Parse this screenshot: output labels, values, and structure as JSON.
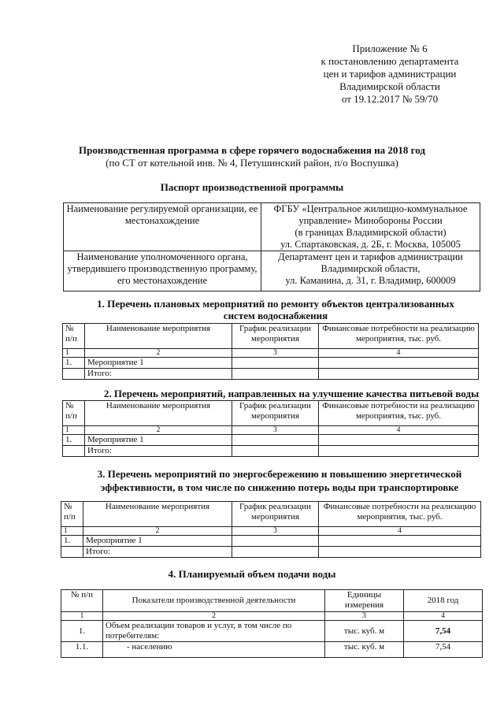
{
  "annex": {
    "lines": [
      "Приложение № 6",
      "к постановлению департамента",
      "цен и тарифов администрации",
      "Владимирской области",
      "от 19.12.2017 № 59/70"
    ]
  },
  "title": "Производственная программа в сфере горячего водоснабжения на 2018 год",
  "subtitle": "(по СТ от котельной инв. № 4, Петушинский район, п/о Воспушка)",
  "passport": {
    "heading": "Паспорт производственной программы",
    "rows": [
      {
        "label": "Наименование регулируемой организации, ее местонахождение",
        "value_lines": [
          "ФГБУ «Центральное жилищно-коммунальное",
          "управление» Минобороны России",
          "(в границах Владимирской области)",
          "ул. Спартаковская, д. 2Б, г. Москва, 105005"
        ]
      },
      {
        "label": "Наименование уполномоченного органа, утвердившего производственную программу, его местонахождение",
        "value_lines": [
          "Департамент цен и тарифов администрации",
          "Владимирской области,",
          "ул. Каманина, д. 31, г. Владимир, 600009"
        ]
      }
    ]
  },
  "activity_headers": {
    "no": "№ п/п",
    "name": "Наименование мероприятия",
    "schedule": "График реализации мероприятия",
    "finance": "Финансовые потребности на реализацию мероприятия, тыс. руб.",
    "nums": [
      "1",
      "2",
      "3",
      "4"
    ]
  },
  "sections": [
    {
      "heading": "1. Перечень плановых мероприятий по ремонту объектов централизованных систем водоснабжения",
      "rows": [
        {
          "no": "1.",
          "name": "Мероприятие 1"
        },
        {
          "no": "",
          "name": "Итого:"
        }
      ]
    },
    {
      "heading": "2. Перечень мероприятий, направленных на улучшение качества питьевой воды",
      "rows": [
        {
          "no": "1.",
          "name": "Мероприятие 1"
        },
        {
          "no": "",
          "name": "Итого:"
        }
      ]
    },
    {
      "heading": "3. Перечень мероприятий по энергосбережению и повышению энергетической эффективности, в том числе по снижению потерь воды при транспортировке",
      "rows": [
        {
          "no": "1.",
          "name": "Мероприятие 1"
        },
        {
          "no": "",
          "name": "Итого:"
        }
      ]
    }
  ],
  "supply": {
    "heading": "4. Планируемый объем подачи воды",
    "headers": {
      "no": "№ п/п",
      "indicator": "Показатели производственной деятельности",
      "unit": "Единицы измерения",
      "year": "2018 год",
      "nums": [
        "1",
        "2",
        "3",
        "4"
      ]
    },
    "rows": [
      {
        "no": "1.",
        "indicator": "Объем реализации товаров и услуг, в том числе по потребителям:",
        "unit": "тыс. куб. м",
        "value": "7,54"
      },
      {
        "no": "1.1.",
        "indicator": "- населению",
        "unit": "тыс. куб. м",
        "value": "7,54"
      }
    ]
  }
}
